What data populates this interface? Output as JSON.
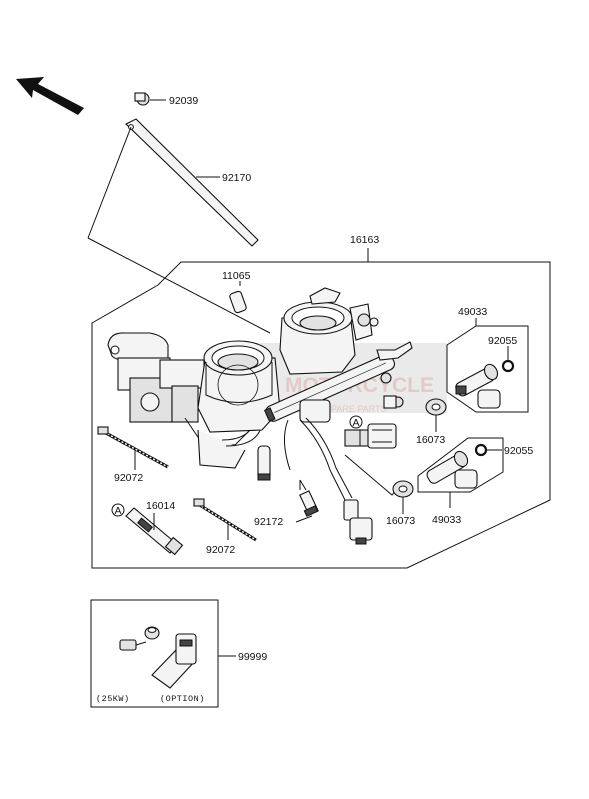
{
  "labels": {
    "p92039": "92039",
    "p92170": "92170",
    "p16163": "16163",
    "p11065": "11065",
    "p49033_top": "49033",
    "p92055_top": "92055",
    "p16073_top": "16073",
    "p92055_bot": "92055",
    "p16073_bot": "16073",
    "p49033_bot": "49033",
    "p92072_left": "92072",
    "p16014": "16014",
    "p92072_bot": "92072",
    "p92172": "92172",
    "p99999": "99999",
    "note_25kw": "(25KW)",
    "note_option": "(OPTION)",
    "ref_a_main": "A",
    "ref_a_detail": "A"
  },
  "watermark": {
    "text": "MOTORCYCLE",
    "subtext": "SPARE PARTS"
  },
  "colors": {
    "line": "#111111",
    "watermark": "#c9a09a"
  }
}
